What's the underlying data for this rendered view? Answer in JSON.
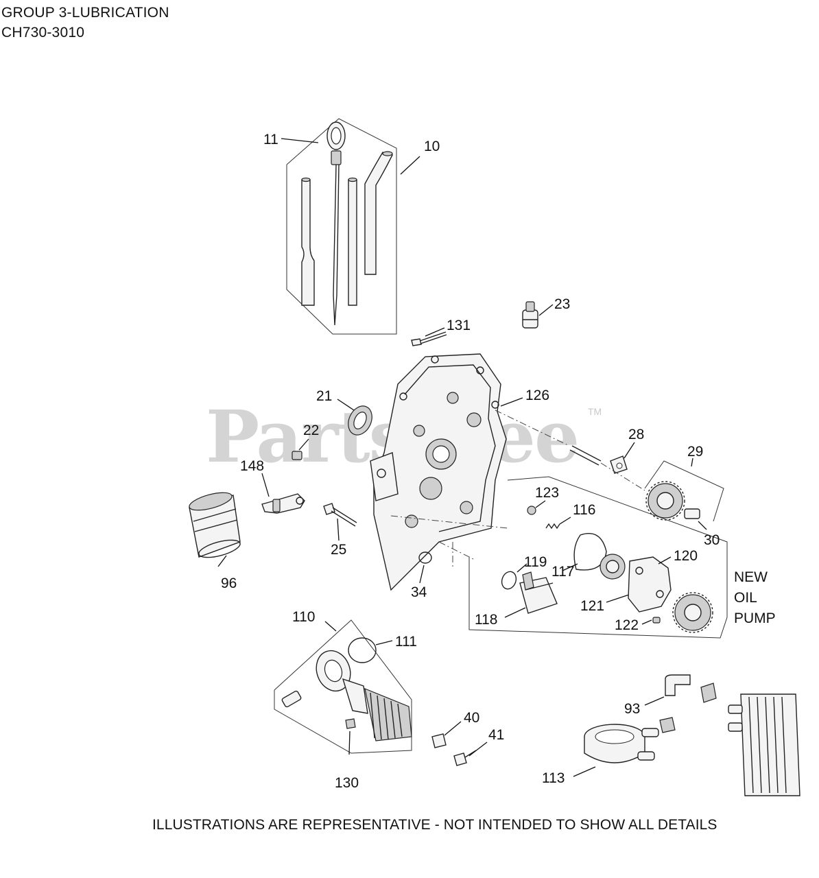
{
  "header": {
    "title": "GROUP 3-LUBRICATION",
    "model": "CH730-3010"
  },
  "footer": "ILLUSTRATIONS ARE REPRESENTATIVE - NOT INTENDED TO SHOW ALL DETAILS",
  "note": {
    "line1": "NEW",
    "line2": "OIL",
    "line3": "PUMP"
  },
  "watermark": {
    "text": "PartsTree",
    "tm": "TM"
  },
  "callouts": {
    "c10": "10",
    "c11": "11",
    "c21": "21",
    "c22": "22",
    "c23": "23",
    "c25": "25",
    "c28": "28",
    "c29": "29",
    "c30": "30",
    "c34": "34",
    "c40": "40",
    "c41": "41",
    "c93": "93",
    "c96": "96",
    "c110": "110",
    "c111": "111",
    "c113": "113",
    "c116": "116",
    "c117": "117",
    "c118": "118",
    "c119": "119",
    "c120": "120",
    "c121": "121",
    "c122": "122",
    "c123": "123",
    "c126": "126",
    "c130": "130",
    "c131": "131",
    "c148": "148"
  }
}
